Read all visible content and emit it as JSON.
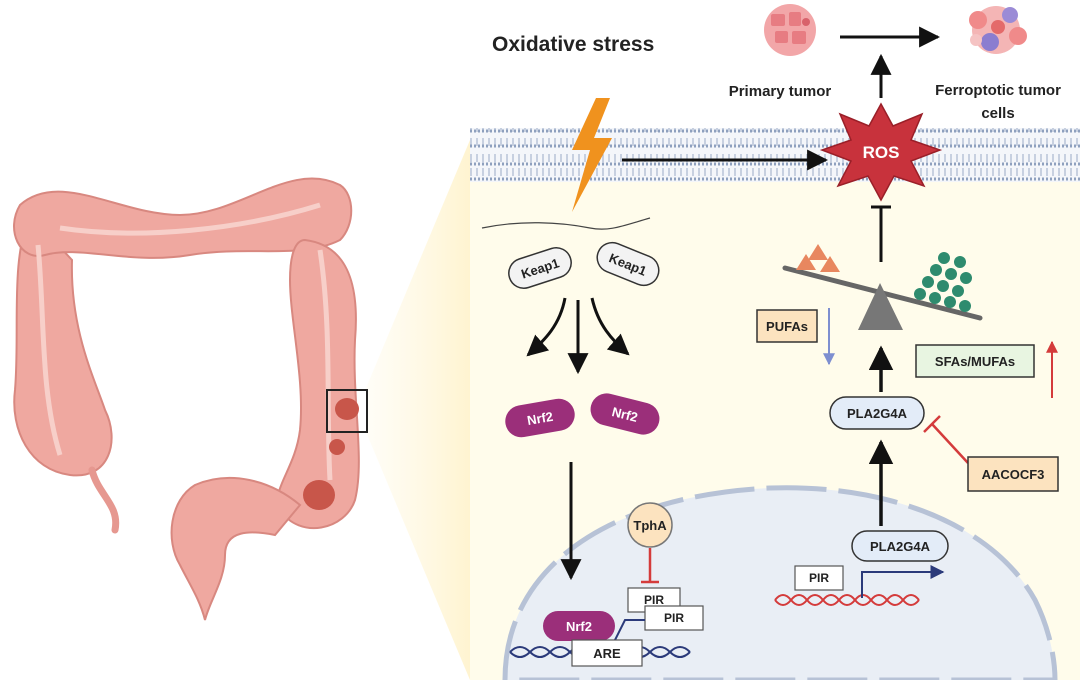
{
  "header": {
    "oxidative_stress": "Oxidative stress",
    "primary_tumor": "Primary tumor",
    "ferroptotic_line1": "Ferroptotic tumor",
    "ferroptotic_line2": "cells"
  },
  "nodes": {
    "ros": "ROS",
    "keap1_left": "Keap1",
    "keap1_right": "Keap1",
    "nrf2_left": "Nrf2",
    "nrf2_right": "Nrf2",
    "nrf2_bound": "Nrf2",
    "are": "ARE",
    "tpha": "TphA",
    "pir_back": "PIR",
    "pir_front": "PIR",
    "pir_gene": "PIR",
    "pla2g4a_nucleus": "PLA2G4A",
    "pla2g4a_cyto": "PLA2G4A",
    "pufas": "PUFAs",
    "sfas_mufas": "SFAs/MUFAs",
    "aacocf3": "AACOCF3"
  },
  "colors": {
    "colon": "#EFA8A0",
    "colon_shadow": "#D88880",
    "tumor": "#C8564A",
    "ros": "#C8323C",
    "nrf2": "#9B2F7A",
    "membrane": "#A9B8CF",
    "cytoplasm": "#FFFCEB",
    "nucleus": "#E9EEF5",
    "dna_red": "#D43B3B",
    "dna_navy": "#2B3A7A",
    "inhibit_red": "#D43B3B",
    "lightning": "#F0921E",
    "pufa_arrow": "#7E8FD0",
    "sfa_arrow": "#D43B3B",
    "sfa_dots": "#2E8B6E",
    "tpha_fill": "#FCE3BF",
    "aacocf3_fill": "#FCE3BF",
    "sfas_fill": "#E8F5E1"
  },
  "icons": [
    "lightning-icon",
    "colon-illustration",
    "primary-tumor-icon",
    "ferroptotic-cells-icon",
    "seesaw-icon",
    "dna-helix-icon"
  ]
}
